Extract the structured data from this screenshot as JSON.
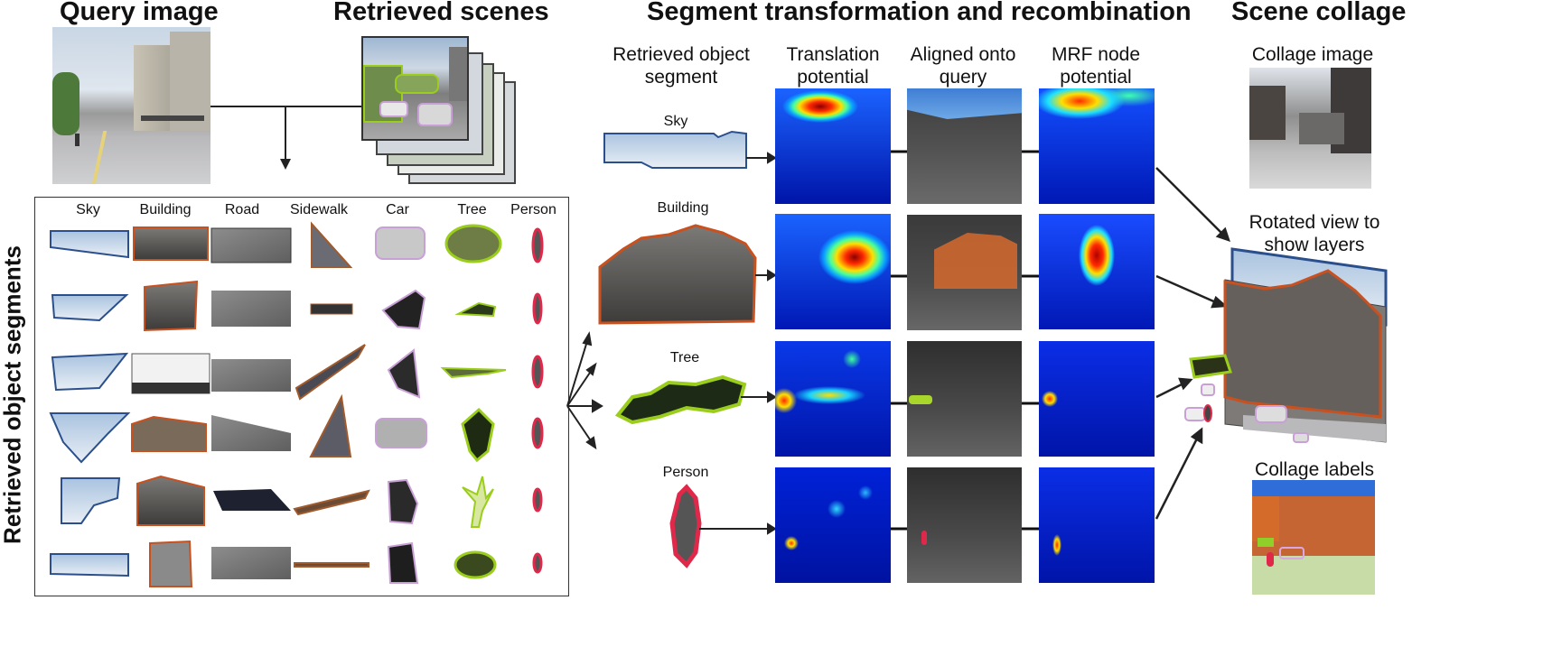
{
  "headings": {
    "query_image": "Query image",
    "retrieved_scenes": "Retrieved scenes",
    "segment_transformation": "Segment transformation and recombination",
    "scene_collage": "Scene collage"
  },
  "retrieved_segments": {
    "title": "Retrieved object segments",
    "columns": [
      "Sky",
      "Building",
      "Road",
      "Sidewalk",
      "Car",
      "Tree",
      "Person"
    ]
  },
  "transform": {
    "col_headers": {
      "segment": "Retrieved object\nsegment",
      "translation": "Translation\npotential",
      "aligned": "Aligned onto\nquery",
      "mrf": "MRF node\npotential"
    },
    "rows": [
      {
        "label": "Sky"
      },
      {
        "label": "Building"
      },
      {
        "label": "Tree"
      },
      {
        "label": "Person"
      }
    ]
  },
  "collage": {
    "image_label": "Collage image",
    "rotated_label": "Rotated view to\nshow layers",
    "labels_label": "Collage labels"
  },
  "colors": {
    "sky_outline": "#2a4f8c",
    "building_outline": "#c8511f",
    "tree_outline": "#9acd1c",
    "person_outline": "#e0284a",
    "car_outline": "#c9a0d6",
    "sidewalk_outline": "#a05a2c"
  }
}
